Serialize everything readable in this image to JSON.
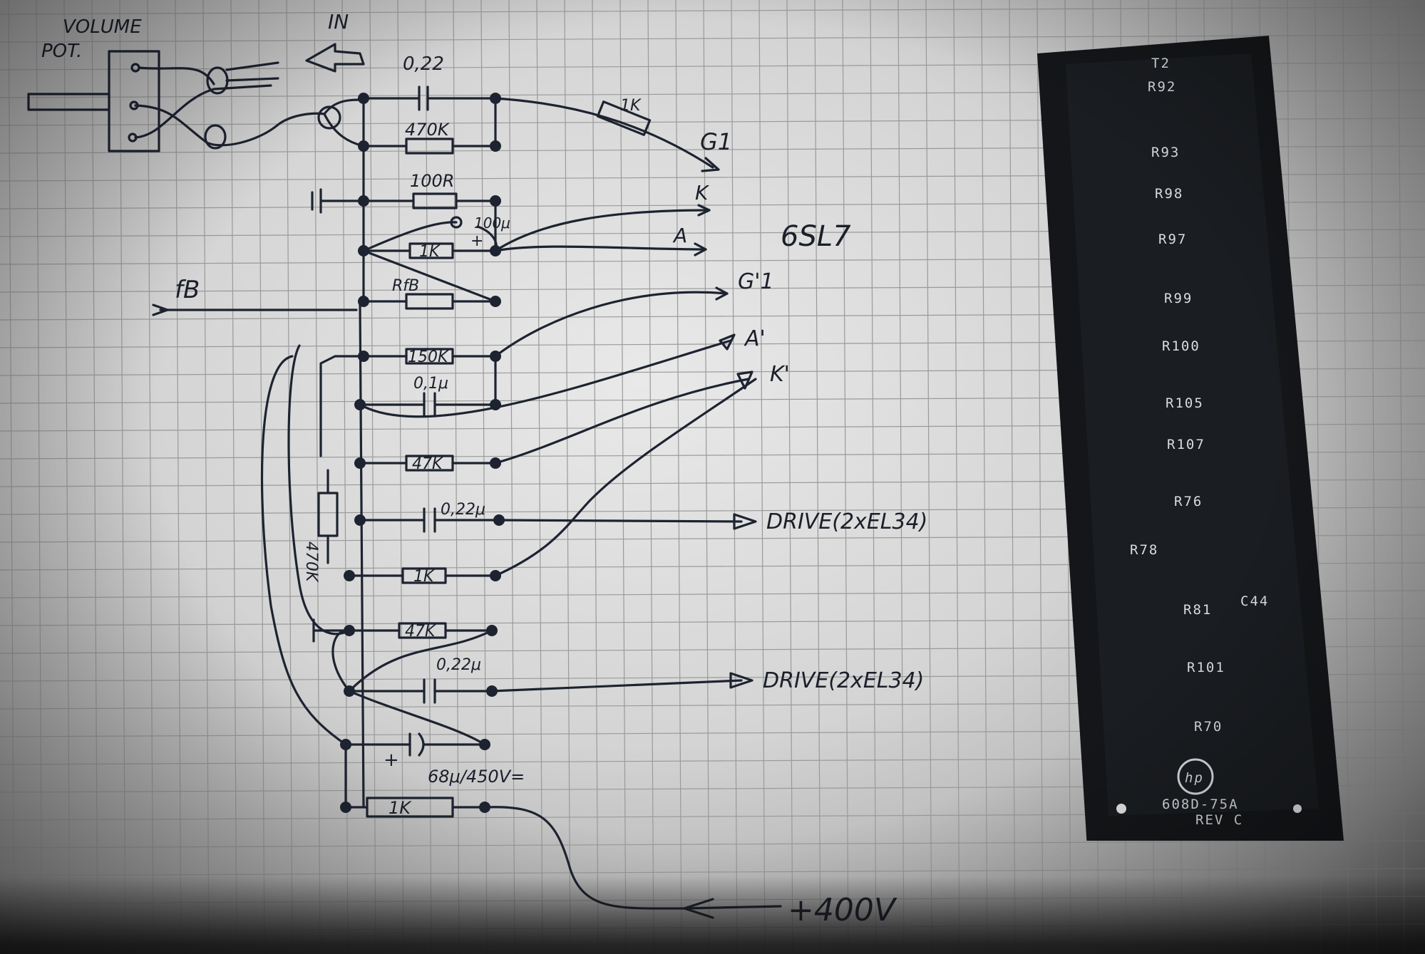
{
  "labels": {
    "volume_pot": "VOLUME",
    "pot": "POT.",
    "in": "IN",
    "c_in": "0,22",
    "r_470k": "470K",
    "r_100r": "100R",
    "c_100u": "100μ",
    "plus_100u": "+",
    "r_1k_cathode": "1K",
    "fb": "fB",
    "r_fb": "RfB",
    "r_150k": "150K",
    "c_01u": "0,1μ",
    "r_47k_a": "47K",
    "r_470k_vert": "470K",
    "c_022u_a": "0,22μ",
    "r_1k_mid": "1K",
    "r_47k_b": "47K",
    "c_022u_b": "0,22μ",
    "c_68u": "68μ/450V=",
    "plus_68u": "+",
    "r_1k_supply": "1K",
    "r_1k_grid": "1K",
    "g1": "G1",
    "k": "K",
    "a": "A",
    "tube": "6SL7",
    "g1_prime": "G'1",
    "a_prime": "A'",
    "k_prime": "K'",
    "drive_1": "DRIVE(2xEL34)",
    "drive_2": "DRIVE(2xEL34)",
    "supply": "+400V"
  },
  "pcb": {
    "refs": [
      "T2",
      "R92",
      "R93",
      "R98",
      "R97",
      "R99",
      "R100",
      "R105",
      "R107",
      "R76",
      "R78",
      "R81",
      "C44",
      "R101",
      "R70"
    ],
    "logo": "hp",
    "part": "608D-75A",
    "rev": "REV C"
  },
  "colors": {
    "ink": "#1d2330",
    "paper": "#e4e4e4",
    "board": "#141619",
    "silk": "#d8dde2"
  }
}
